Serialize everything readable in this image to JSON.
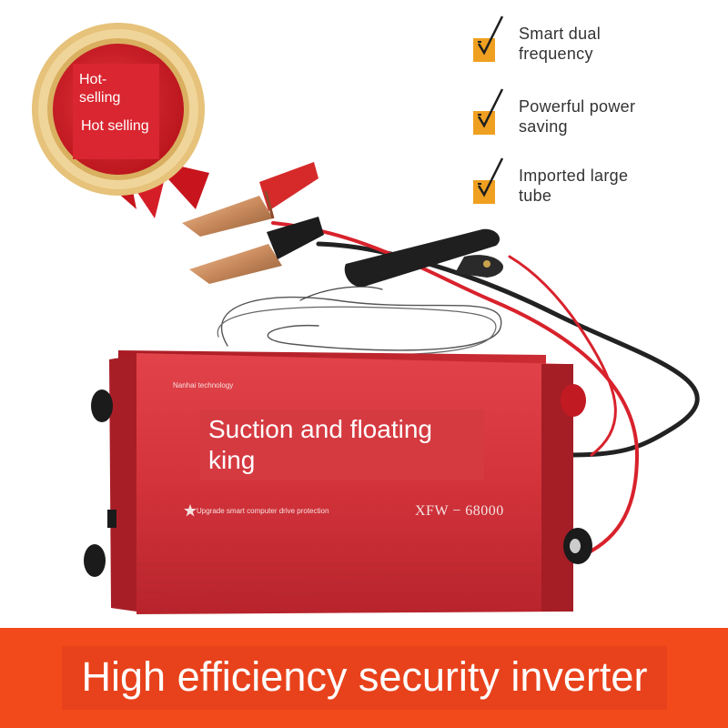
{
  "badge": {
    "line1": "Hot-",
    "line2": "selling",
    "line3": "Hot selling"
  },
  "features": [
    {
      "icon": "check-icon",
      "line1": "Smart dual",
      "line2": "frequency"
    },
    {
      "icon": "check-icon",
      "line1": "Powerful power",
      "line2": "saving"
    },
    {
      "icon": "check-icon",
      "line1": "Imported large",
      "line2": "tube"
    }
  ],
  "product": {
    "brand": "Nanhai technology",
    "title_line1": "Suction and floating",
    "title_line2": "king",
    "tagline": "Upgrade smart computer drive protection",
    "model": "XFW − 68000"
  },
  "banner": {
    "title": "High efficiency security inverter"
  },
  "colors": {
    "accent_orange": "#f34a1c",
    "check_orange": "#f0a020",
    "device_red": "#d8333b",
    "badge_red": "#d51d27",
    "badge_gold": "#e6c27a"
  }
}
